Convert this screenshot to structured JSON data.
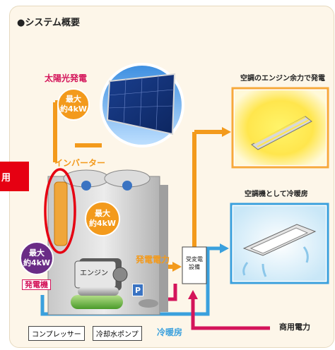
{
  "header": {
    "title": "●システム概要"
  },
  "side_tab": {
    "label": "用"
  },
  "solar": {
    "label": "太陽光発電",
    "badge": {
      "line1": "最大",
      "line2": "約4kW"
    }
  },
  "inverter": {
    "label": "インバーター",
    "badge": {
      "line1": "最大",
      "line2": "約4kW"
    }
  },
  "generator": {
    "badge": {
      "line1": "最大",
      "line2": "約4kW"
    },
    "engine_label": "エンジン",
    "generator_label": "発電機",
    "compressor_label": "コンプレッサー",
    "pump_label": "冷却水ポンプ",
    "pump_symbol": "P"
  },
  "flows": {
    "power": "発電電力",
    "hvac": "冷暖房",
    "commercial": "商用電力"
  },
  "substation": {
    "line1": "受変電",
    "line2": "設備"
  },
  "outputs": {
    "lighting_title": "空調のエンジン余力で発電",
    "ac_title": "空調機として冷暖房"
  },
  "colors": {
    "orange": "#f39a1c",
    "purple": "#6a2c86",
    "blue": "#3aa0dd",
    "red": "#d4145a",
    "highlight": "#e60012"
  }
}
